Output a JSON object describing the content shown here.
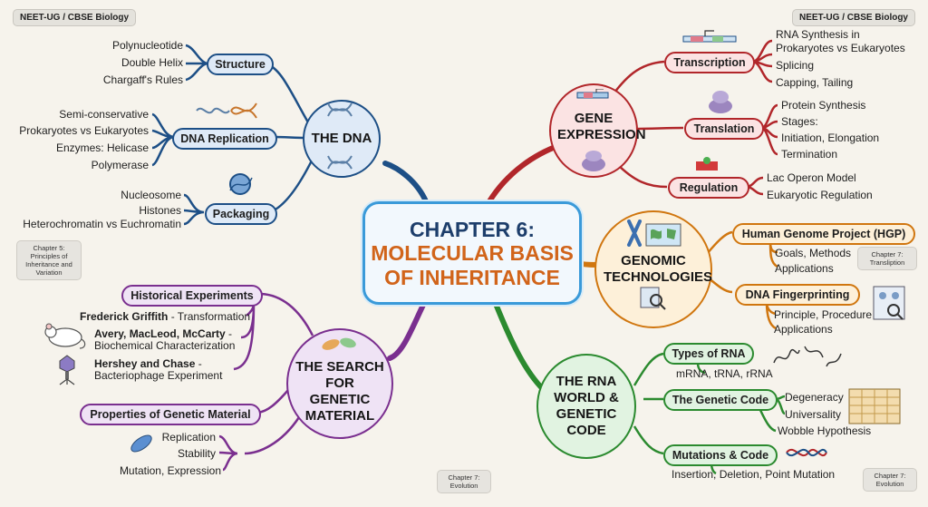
{
  "badges": {
    "top_left": "NEET-UG / CBSE Biology",
    "top_right": "NEET-UG / CBSE Biology"
  },
  "notes": {
    "left": "Chapter 5: Principles of Inheritance and Variation",
    "right_mid": "Chapter 7: Transliption",
    "bottom_mid": "Chapter 7: Evolution",
    "bottom_right": "Chapter 7: Evolution"
  },
  "center": {
    "line1": "CHAPTER 6:",
    "line2": "MOLECULAR BASIS",
    "line3": "OF INHERITANCE"
  },
  "dna": {
    "hub": "THE DNA",
    "branches": [
      {
        "label": "Structure",
        "items": [
          "Polynucleotide",
          "Double Helix",
          "Chargaff's Rules"
        ]
      },
      {
        "label": "DNA Replication",
        "items": [
          "Semi-conservative",
          "Prokaryotes vs Eukaryotes",
          "Enzymes: Helicase",
          "Polymerase"
        ]
      },
      {
        "label": "Packaging",
        "items": [
          "Nucleosome",
          "Histones",
          "Heterochromatin vs Euchromatin"
        ]
      }
    ]
  },
  "gene_expression": {
    "hub": "GENE EXPRESSION",
    "branches": [
      {
        "label": "Transcription",
        "items": [
          "RNA Synthesis in",
          "Prokaryotes vs Eukaryotes",
          "Splicing",
          "Capping, Tailing"
        ]
      },
      {
        "label": "Translation",
        "items": [
          "Protein Synthesis",
          "Stages:",
          "Initiation, Elongation",
          "Termination"
        ]
      },
      {
        "label": "Regulation",
        "items": [
          "Lac Operon Model",
          "Eukaryotic Regulation"
        ]
      }
    ]
  },
  "genomic": {
    "hub": "GENOMIC TECHNOLOGIES",
    "branches": [
      {
        "label": "Human Genome Project (HGP)",
        "items": [
          "Goals, Methods",
          "Applications"
        ]
      },
      {
        "label": "DNA Fingerprinting",
        "items": [
          "Principle, Procedure",
          "Applications"
        ]
      }
    ]
  },
  "rna_world": {
    "hub": "THE RNA WORLD & GENETIC CODE",
    "branches": [
      {
        "label": "Types of RNA",
        "items": [
          "mRNA, tRNA, rRNA"
        ]
      },
      {
        "label": "The Genetic Code",
        "items": [
          "Degeneracy",
          "Universality",
          "Wobble Hypothesis"
        ]
      },
      {
        "label": "Mutations & Code",
        "items": [
          "Insertion, Deletion, Point Mutation"
        ]
      }
    ]
  },
  "search": {
    "hub": "THE SEARCH FOR GENETIC MATERIAL",
    "branches": [
      {
        "label": "Historical Experiments",
        "items": [
          {
            "bold": "Frederick Griffith",
            "rest": " - Transformation"
          },
          {
            "bold": "Avery, MacLeod, McCarty",
            "rest": " -"
          },
          {
            "bold": "",
            "rest": "Biochemical Characterization"
          },
          {
            "bold": "Hershey and Chase",
            "rest": " -"
          },
          {
            "bold": "",
            "rest": "Bacteriophage Experiment"
          }
        ]
      },
      {
        "label": "Properties of Genetic Material",
        "items": [
          "Replication",
          "Stability",
          "Mutation, Expression"
        ]
      }
    ]
  },
  "colors": {
    "dna": "#1d4f86",
    "gene_expression": "#b1262a",
    "genomic": "#d0760f",
    "rna_world": "#2b8a2f",
    "search": "#7a2f8f",
    "center": "#3a9ad9"
  },
  "icons": [
    "dna-helix-icon",
    "chromosome-icon",
    "world-map-icon",
    "magnifier-icon",
    "ribosome-icon",
    "repressor-icon",
    "mouse-icon",
    "bacteriophage-icon",
    "bacteria-icon",
    "codon-table-icon",
    "fingerprint-profile-icon",
    "gene-diagram-icon",
    "nucleosome-icon",
    "trna-icon"
  ]
}
